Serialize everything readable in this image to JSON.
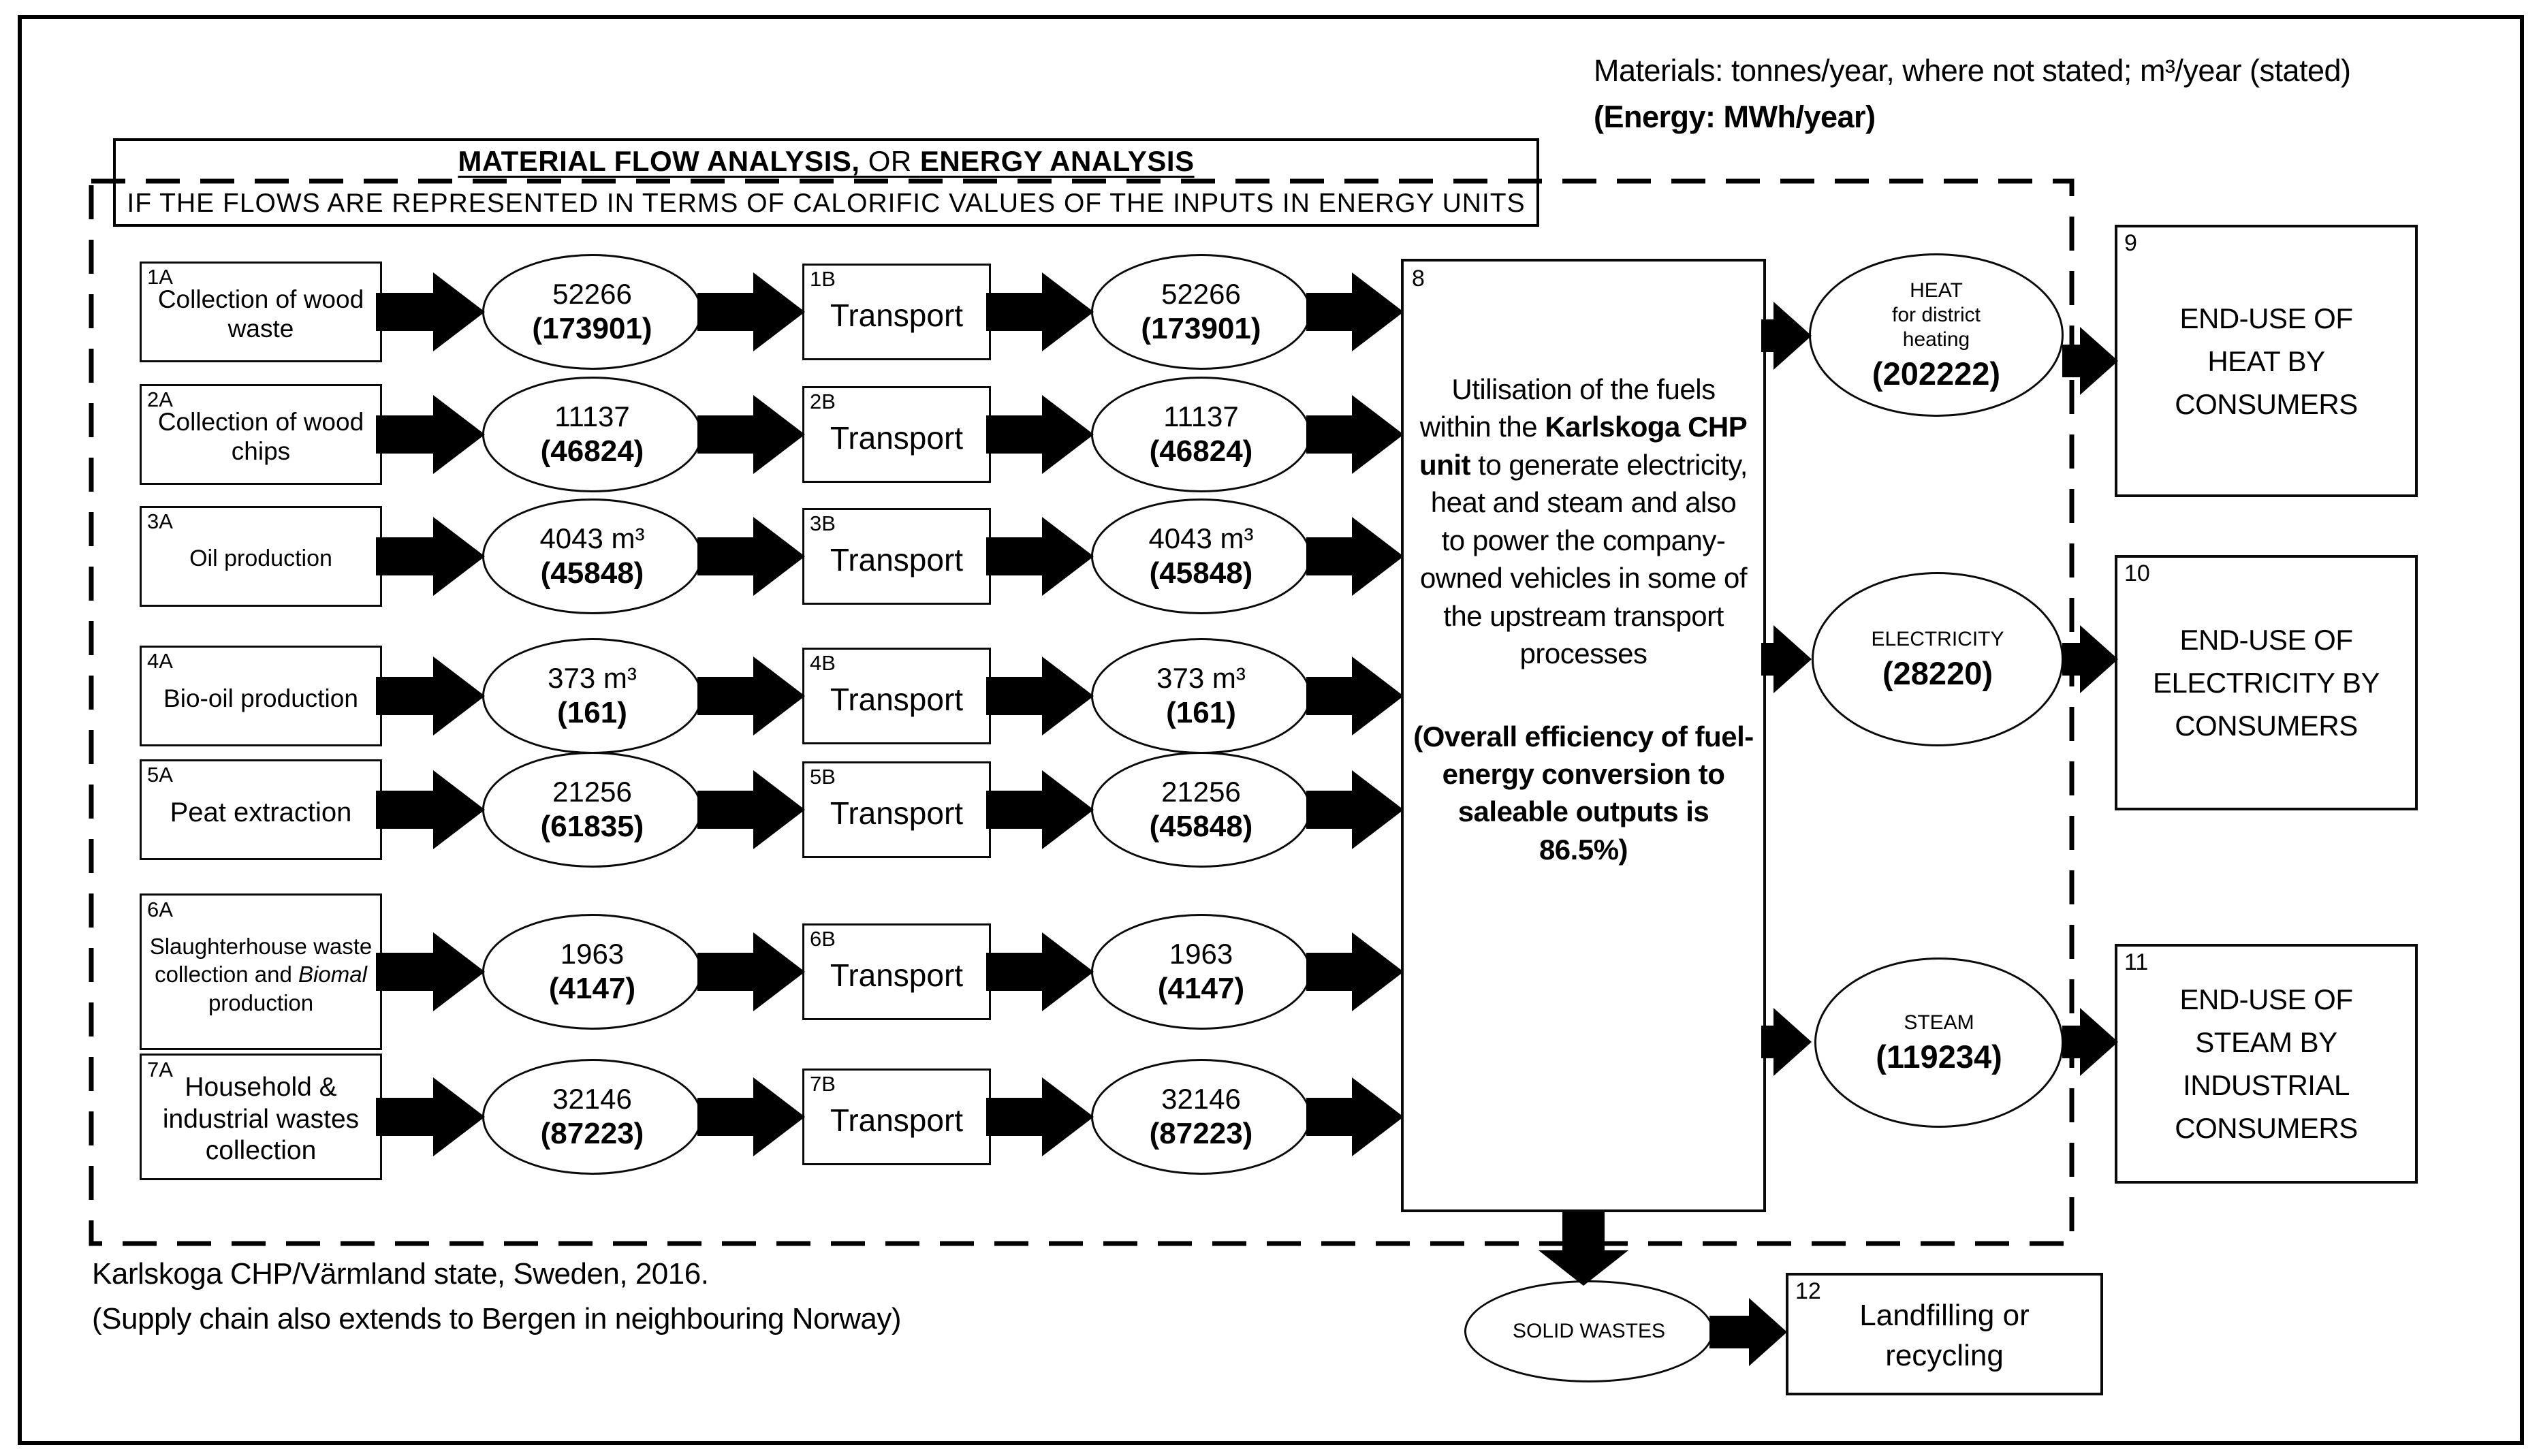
{
  "units_note": {
    "line1": "Materials: tonnes/year, where not stated; m³/year (stated)",
    "line2": "(Energy: MWh/year)"
  },
  "title_box": {
    "phrase1": "MATERIAL FLOW ANALYSIS,",
    "connector": " OR ",
    "phrase2": "ENERGY ANALYSIS",
    "line2": "IF THE FLOWS ARE REPRESENTED IN TERMS OF CALORIFIC VALUES OF THE INPUTS IN ENERGY UNITS"
  },
  "flow_rows": [
    {
      "source_id": "1A",
      "source_pre": "Collection of wood waste",
      "source_italic": "",
      "source_post": "",
      "quantity_before": "52266",
      "energy_before": "(173901)",
      "transport_id": "1B",
      "transport_label": "Transport",
      "quantity_after": "52266",
      "energy_after": "(173901)"
    },
    {
      "source_id": "2A",
      "source_pre": "Collection of wood chips",
      "source_italic": "",
      "source_post": "",
      "quantity_before": "11137",
      "energy_before": "(46824)",
      "transport_id": "2B",
      "transport_label": "Transport",
      "quantity_after": "11137",
      "energy_after": "(46824)"
    },
    {
      "source_id": "3A",
      "source_pre": "Oil production",
      "source_italic": "",
      "source_post": "",
      "quantity_before": "4043 m³",
      "energy_before": "(45848)",
      "transport_id": "3B",
      "transport_label": "Transport",
      "quantity_after": "4043 m³",
      "energy_after": "(45848)"
    },
    {
      "source_id": "4A",
      "source_pre": "Bio-oil production",
      "source_italic": "",
      "source_post": "",
      "quantity_before": "373 m³",
      "energy_before": "(161)",
      "transport_id": "4B",
      "transport_label": "Transport",
      "quantity_after": "373 m³",
      "energy_after": "(161)"
    },
    {
      "source_id": "5A",
      "source_pre": "Peat extraction",
      "source_italic": "",
      "source_post": "",
      "quantity_before": "21256",
      "energy_before": "(61835)",
      "transport_id": "5B",
      "transport_label": "Transport",
      "quantity_after": "21256",
      "energy_after": "(45848)"
    },
    {
      "source_id": "6A",
      "source_pre": "Slaughterhouse waste collection and ",
      "source_italic": "Biomal",
      "source_post": " production",
      "quantity_before": "1963",
      "energy_before": "(4147)",
      "transport_id": "6B",
      "transport_label": "Transport",
      "quantity_after": "1963",
      "energy_after": "(4147)"
    },
    {
      "source_id": "7A",
      "source_pre": "Household & industrial wastes collection",
      "source_italic": "",
      "source_post": "",
      "quantity_before": "32146",
      "energy_before": "(87223)",
      "transport_id": "7B",
      "transport_label": "Transport",
      "quantity_after": "32146",
      "energy_after": "(87223)"
    }
  ],
  "process_box": {
    "id": "8",
    "para1_pre": "Utilisation of the fuels within the ",
    "para1_bold": "Karlskoga CHP unit",
    "para1_post": " to generate electricity, heat and steam and also to power the company-owned vehicles in some of the upstream transport processes",
    "para2": "(Overall efficiency of fuel-energy conversion to saleable outputs is 86.5%)"
  },
  "outputs": [
    {
      "label": "HEAT\nfor district\nheating",
      "value": "(202222)",
      "dest_id": "9",
      "dest_label": "END-USE OF\nHEAT BY\nCONSUMERS"
    },
    {
      "label": "ELECTRICITY",
      "value": "(28220)",
      "dest_id": "10",
      "dest_label": "END-USE OF\nELECTRICITY BY\nCONSUMERS"
    },
    {
      "label": "STEAM",
      "value": "(119234)",
      "dest_id": "11",
      "dest_label": "END-USE OF\nSTEAM BY\nINDUSTRIAL\nCONSUMERS"
    }
  ],
  "waste": {
    "label": "SOLID WASTES",
    "dest_id": "12",
    "dest_label": "Landfilling or\nrecycling"
  },
  "caption": {
    "line1": "Karlskoga CHP/Värmland state, Sweden, 2016.",
    "line2": "(Supply chain also extends to Bergen in neighbouring Norway)"
  },
  "colors": {
    "ink": "#000000",
    "background": "#ffffff"
  }
}
